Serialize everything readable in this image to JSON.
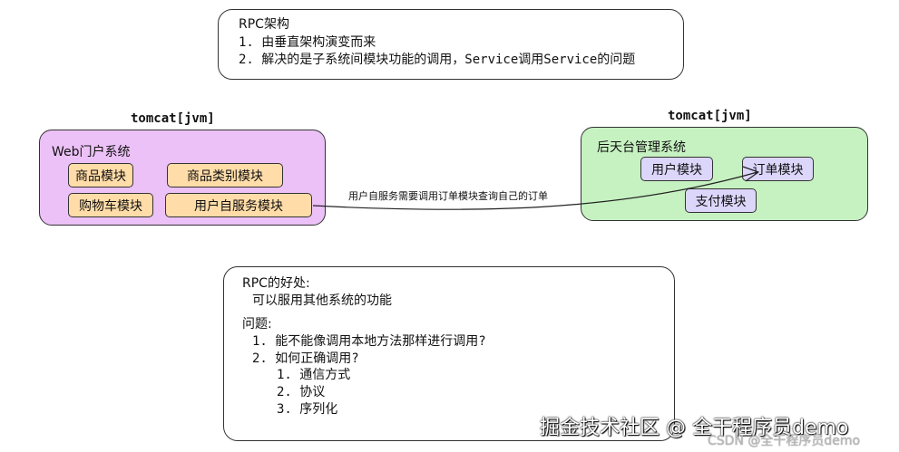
{
  "top_note": {
    "title": "RPC架构",
    "line1": "1. 由垂直架构演变而来",
    "line2": "2. 解决的是子系统间模块功能的调用，Service调用Service的问题"
  },
  "left_system": {
    "jvm_label": "tomcat[jvm]",
    "title": "Web门户系统",
    "fill": "#ecc1f7",
    "modules": [
      "商品模块",
      "商品类别模块",
      "购物车模块",
      "用户自服务模块"
    ],
    "module_fill": "#ffdca8"
  },
  "right_system": {
    "jvm_label": "tomcat[jvm]",
    "title": "后天台管理系统",
    "fill": "#c6f2c1",
    "modules": [
      "用户模块",
      "订单模块",
      "支付模块"
    ],
    "module_fill": "#dcd6fb"
  },
  "arrow": {
    "label": "用户自服务需要调用订单模块查询自己的订单"
  },
  "bottom_note": {
    "benefit_title": "RPC的好处:",
    "benefit_text": "可以服用其他系统的功能",
    "issue_title": "问题:",
    "issue1": "1. 能不能像调用本地方法那样进行调用?",
    "issue2": "2. 如何正确调用?",
    "sub1": "1. 通信方式",
    "sub2": "2. 协议",
    "sub3": "3. 序列化"
  },
  "watermark": {
    "main": "掘金技术社区 @ 全干程序员demo",
    "secondary": "CSDN @全干程序员demo"
  }
}
